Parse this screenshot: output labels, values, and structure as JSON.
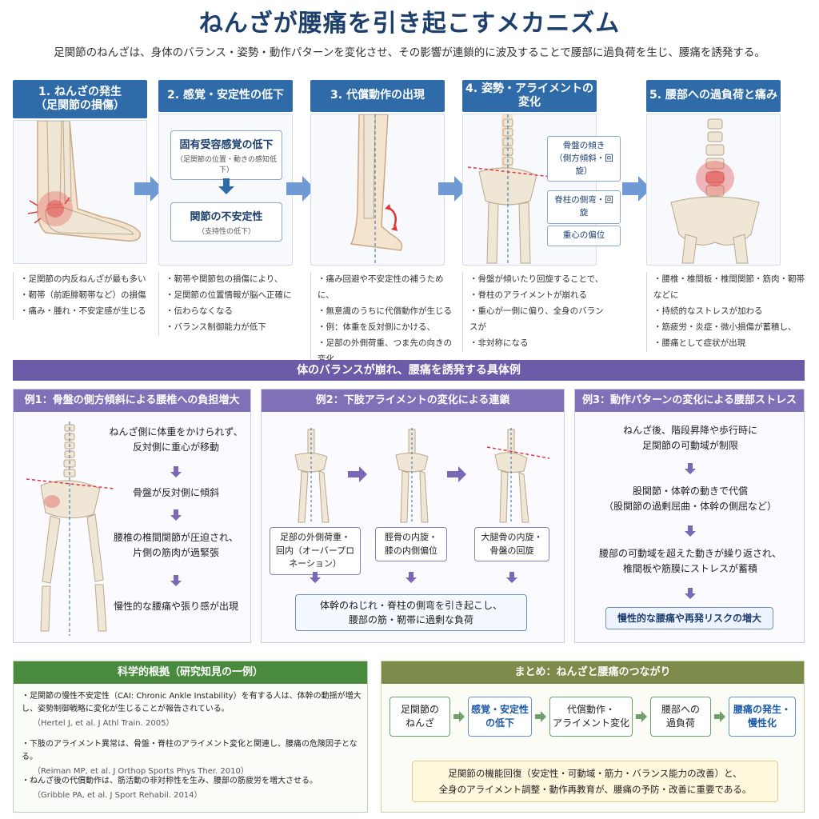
{
  "title": "ねんざが腰痛を引き起こすメカニズム",
  "subtitle": "足関節のねんざは、身体のバランス・姿勢・動作パターンを変化させ、その影響が連鎖的に波及することで腰部に過負荷を生じ、腰痛を誘発する。",
  "steps": [
    {
      "title": "1. ねんざの発生\n（足関節の損傷）",
      "notes": [
        "足関節の内反ねんざが最も多い",
        "靭帯（前距腓靭帯など）の損傷",
        "痛み・腫れ・不安定感が生じる"
      ]
    },
    {
      "title": "2. 感覚・安定性の低下",
      "box1_main": "固有受容感覚の低下",
      "box1_sub": "（足関節の位置・動きの感知低下）",
      "box2_main": "関節の不安定性",
      "box2_sub": "（支持性の低下）",
      "notes": [
        "靭帯や関節包の損傷により、",
        "足関節の位置情報が脳へ正確に",
        "伝わらなくなる",
        "バランス制御能力が低下"
      ]
    },
    {
      "title": "3. 代償動作の出現",
      "notes": [
        "痛み回避や不安定性の補うために、",
        "無意識のうちに代償動作が生じる",
        "例：体重を反対側にかける、",
        "足部の外側荷重、つま先の向きの変化"
      ]
    },
    {
      "title": "4. 姿勢・アライメントの変化",
      "callouts": [
        "骨盤の傾き\n（側方傾斜・回旋）",
        "脊柱の側弯・回旋",
        "重心の偏位"
      ],
      "notes": [
        "骨盤が傾いたり回旋することで、",
        "脊柱のアライメントが崩れる",
        "重心が一側に偏り、全身のバランスが",
        "非対称になる"
      ]
    },
    {
      "title": "5. 腰部への過負荷と痛み",
      "notes": [
        "腰椎・椎間板・椎間関節・筋肉・靭帯などに",
        "持続的なストレスが加わる",
        "筋疲労・炎症・微小損傷が蓄積し、",
        "腰痛として症状が出現"
      ]
    }
  ],
  "banner": "体のバランスが崩れ、腰痛を誘発する具体例",
  "examples": [
    {
      "title": "例1：骨盤の側方傾斜による腰椎への負担増大",
      "flow": [
        "ねんざ側に体重をかけられず、\n反対側に重心が移動",
        "骨盤が反対側に傾斜",
        "腰椎の椎間関節が圧迫され、\n片側の筋肉が過緊張",
        "慢性的な腰痛や張り感が出現"
      ]
    },
    {
      "title": "例2：下肢アライメントの変化による連鎖",
      "boxes": [
        "足部の外側荷重・\n回内（オーバープロネーション）",
        "脛骨の内旋・\n膝の内側偏位",
        "大腿骨の内旋・\n骨盤の回旋"
      ],
      "result": "体幹のねじれ・脊柱の側弯を引き起こし、\n腰部の筋・靭帯に過剰な負荷"
    },
    {
      "title": "例3：動作パターンの変化による腰部ストレス",
      "flow": [
        "ねんざ後、階段昇降や歩行時に\n足関節の可動域が制限",
        "股関節・体幹の動きで代償\n（股関節の過剰屈曲・体幹の側屈など）",
        "腰部の可動域を超えた動きが繰り返され、\n椎間板や筋膜にストレスが蓄積"
      ],
      "result": "慢性的な腰痛や再発リスクの増大"
    }
  ],
  "evidence": {
    "title": "科学的根拠（研究知見の一例）",
    "items": [
      {
        "text": "足関節の慢性不安定性（CAI: Chronic Ankle Instability）を有する人は、体幹の動揺が増大し、姿勢制御戦略に変化が生じることが報告されている。",
        "ref": "（Hertel J, et al. J Athl Train. 2005）"
      },
      {
        "text": "下肢のアライメント異常は、骨盤・脊柱のアライメント変化と関連し、腰痛の危険因子となる。",
        "ref": "（Reiman MP, et al. J Orthop Sports Phys Ther. 2010）"
      },
      {
        "text": "ねんざ後の代償動作は、筋活動の非対称性を生み、腰部の筋疲労を増大させる。",
        "ref": "（Gribble PA, et al. J Sport Rehabil. 2014）"
      }
    ]
  },
  "summary": {
    "title": "まとめ：ねんざと腰痛のつながり",
    "chain": [
      "足関節の\nねんざ",
      "感覚・安定性\nの低下",
      "代償動作・\nアライメント変化",
      "腰部への\n過負荷",
      "腰痛の発生・\n慢性化"
    ],
    "note": "足関節の機能回復（安定性・可動域・筋力・バランス能力の改善）と、\n全身のアライメント調整・動作再教育が、腰痛の予防・改善に重要である。"
  },
  "colors": {
    "step_blue": "#2e6ba8",
    "banner_purple": "#6c5ba7",
    "evidence_green": "#4a8a3e",
    "summary_olive": "#7d8b4a",
    "pain_red": "#e0383b"
  }
}
